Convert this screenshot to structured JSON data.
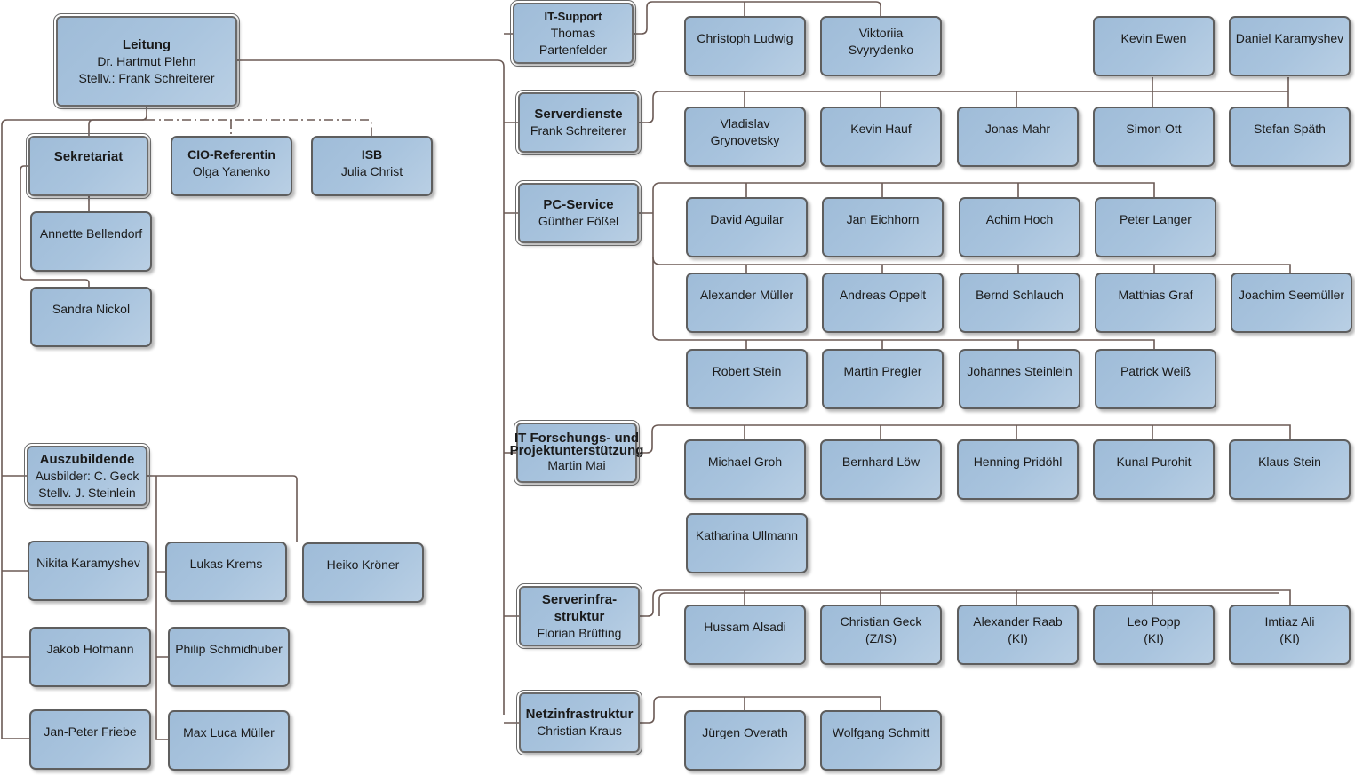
{
  "leitung": {
    "title": "Leitung",
    "lines": [
      "Dr. Hartmut Plehn",
      "Stellv.: Frank Schreiterer"
    ]
  },
  "sekretariat": {
    "title": "Sekretariat",
    "lines": []
  },
  "cio": {
    "title": "CIO-Referentin",
    "lines": [
      "Olga Yanenko"
    ]
  },
  "isb": {
    "title": "ISB",
    "lines": [
      "Julia Christ"
    ]
  },
  "sek_staff": [
    "Annette Bellendorf",
    "Sandra Nickol"
  ],
  "azubi": {
    "title": "Auszubildende",
    "lines": [
      "Ausbilder: C. Geck",
      "Stellv. J. Steinlein"
    ]
  },
  "azubi_staff": [
    "Nikita Karamyshev",
    "Jakob Hofmann",
    "Jan-Peter Friebe",
    "Lukas Krems",
    "Philip Schmidhuber",
    "Max Luca Müller",
    "Heiko Kröner"
  ],
  "it_support": {
    "title": "IT-Support",
    "lines": [
      "Thomas",
      "Partenfelder"
    ],
    "staff": [
      "Christoph Ludwig",
      "Viktoriia Svyrydenko"
    ]
  },
  "serverdienste": {
    "title": "Serverdienste",
    "lines": [
      "Frank Schreiterer"
    ],
    "staff": [
      "Kevin Ewen",
      "Daniel Karamyshev",
      "Vladislav Grynovetsky",
      "Kevin Hauf",
      "Jonas Mahr",
      "Simon Ott",
      "Stefan Späth"
    ]
  },
  "pc_service": {
    "title": "PC-Service",
    "lines": [
      "Günther Fößel"
    ],
    "staff": [
      "David Aguilar",
      "Jan Eichhorn",
      "Achim Hoch",
      "Peter Langer",
      "Alexander Müller",
      "Andreas Oppelt",
      "Bernd Schlauch",
      "Matthias Graf",
      "Joachim Seemüller",
      "Robert Stein",
      "Martin Pregler",
      "Johannes Steinlein",
      "Patrick Weiß"
    ]
  },
  "forschung": {
    "title": "IT Forschungs- und Projektunterstützung",
    "lines": [
      "Martin Mai"
    ],
    "staff": [
      "Michael Groh",
      "Bernhard Löw",
      "Henning Pridöhl",
      "Kunal Purohit",
      "Klaus Stein",
      "Katharina Ullmann"
    ]
  },
  "serverinfra": {
    "title": "Serverinfra- struktur",
    "lines": [
      "Florian Brütting"
    ],
    "staff": [
      "Hussam Alsadi",
      "Christian Geck (Z/IS)",
      "Alexander Raab (KI)",
      "Leo Popp (KI)",
      "Imtiaz Ali (KI)"
    ]
  },
  "netz": {
    "title": "Netzinfrastruktur",
    "lines": [
      "Christian Kraus"
    ],
    "staff": [
      "Jürgen Overath",
      "Wolfgang Schmitt"
    ]
  },
  "colors": {
    "box": "#a7c3dd",
    "border": "#5e5e5e",
    "line": "#6b5a55"
  }
}
